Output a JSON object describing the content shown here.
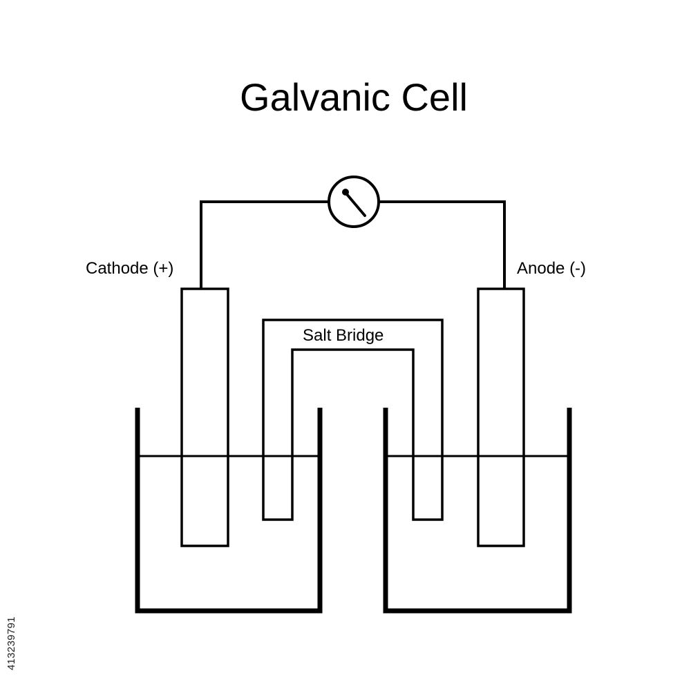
{
  "title": "Galvanic Cell",
  "labels": {
    "cathode": "Cathode (+)",
    "anode": "Anode (-)",
    "salt_bridge": "Salt Bridge"
  },
  "stock_id": "413239791",
  "colors": {
    "stroke": "#000000",
    "background": "#ffffff"
  },
  "icons": {
    "meter": "galvanometer-icon"
  }
}
